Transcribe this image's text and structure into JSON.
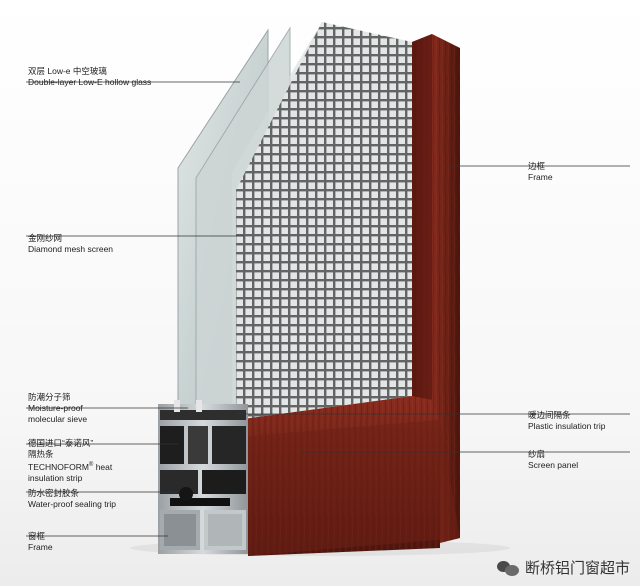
{
  "labels": {
    "glass": {
      "zh": "双层 Low-e 中空玻璃",
      "en": "Double-layer Low-E hollow glass"
    },
    "screen": {
      "zh": "金刚纱网",
      "en": "Diamond mesh screen"
    },
    "sieve": {
      "zh": "防潮分子筛",
      "en1": "Moisture-proof",
      "en2": "molecular sieve"
    },
    "technoform": {
      "zh1": "德国进口“泰诺风”",
      "zh2": "隔热条",
      "en1": "TECHNOFORM",
      "en1_sup": "®",
      "en1_tail": " heat",
      "en2": "insulation strip"
    },
    "sealing": {
      "zh": "防水密封胶条",
      "en": "Water-proof sealing trip"
    },
    "window_frame": {
      "zh": "窗框",
      "en": "Frame"
    },
    "edge_frame": {
      "zh": "边框",
      "en": "Frame"
    },
    "plastic": {
      "zh": "暖边间隔条",
      "en": "Plastic insulation trip"
    },
    "screen_panel": {
      "zh": "纱扇",
      "en": "Screen panel"
    }
  },
  "watermark": {
    "text": "断桥铝门窗超市",
    "icon": "wechat-icon"
  },
  "colors": {
    "wood": "#7a2418",
    "aluminum": "#b7bcc0",
    "glass": "#cfd8d8"
  }
}
